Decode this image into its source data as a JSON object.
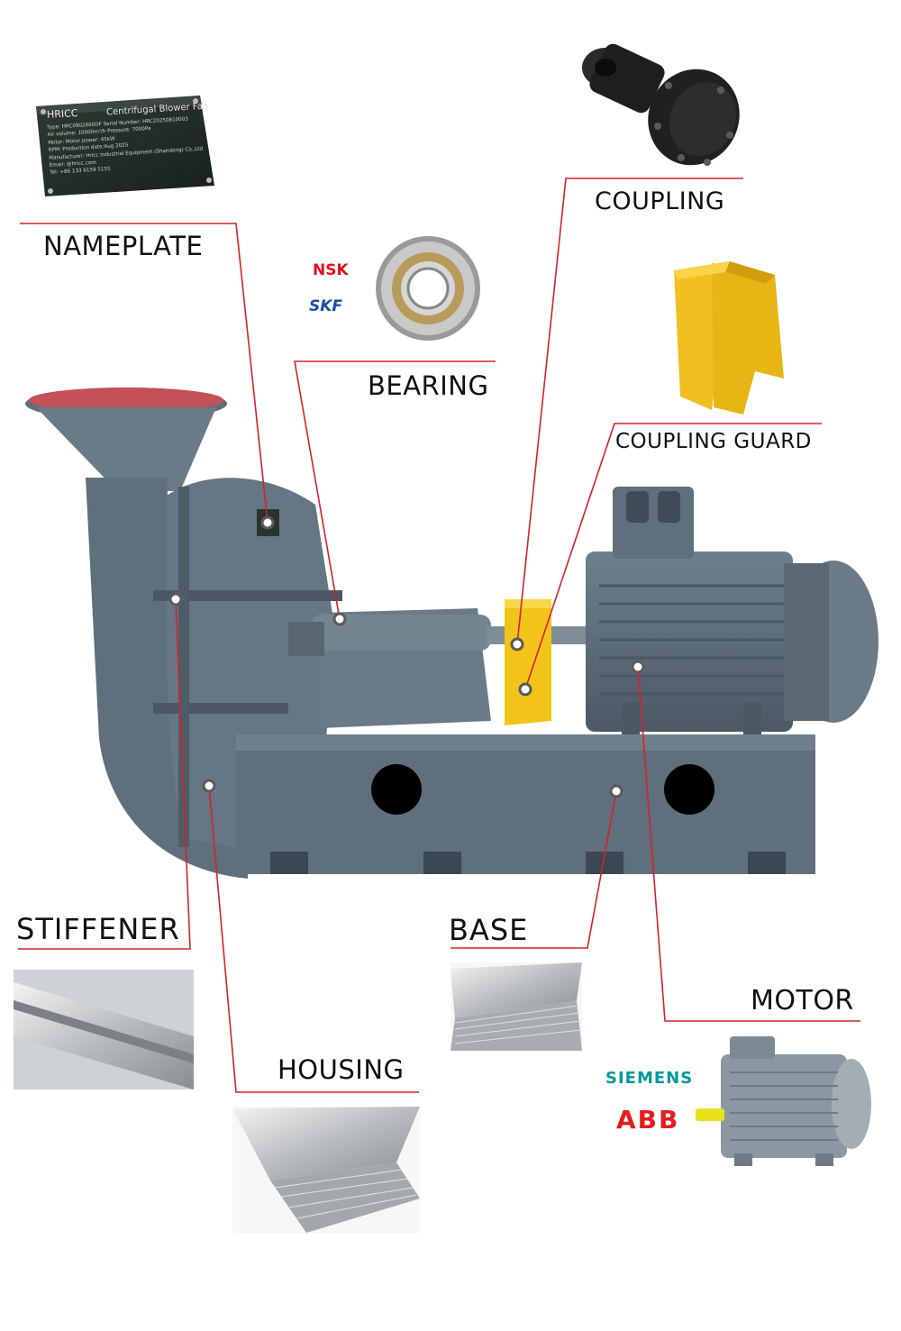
{
  "callouts": {
    "nameplate": "NAMEPLATE",
    "bearing": "BEARING",
    "coupling": "COUPLING",
    "coupling_guard": "COUPLING GUARD",
    "stiffener": "STIFFENER",
    "base": "BASE",
    "housing": "HOUSING",
    "motor": "MOTOR"
  },
  "bearing_brands": [
    "NSK",
    "SKF"
  ],
  "motor_brands": [
    "SIEMENS",
    "ABB"
  ],
  "nameplate": {
    "brand": "HRICC",
    "title": "Centrifugal Blower Fan",
    "rows": [
      "Type: HRC0902660DF     Serial Number: HRC20250810003",
      "Air volume: 10000m³/h    Pressure: 7000Pa",
      "Motor:                 Motor power: 45kW",
      "RPM:                   Production date:Aug 2025",
      "Manufacturer: Hricc Industrial Equipment (Shandong) Co.,Ltd",
      "Email: @hricc.com",
      "Tel: +86 133 6159 5155"
    ]
  },
  "colors": {
    "leader_line": "#d4222a",
    "machine_body": "#5f6f7c",
    "machine_shade": "#4a5864",
    "guard_yellow": "#f2c318",
    "nsk_red": "#e3101a",
    "skf_blue": "#1d4fa0",
    "siemens_teal": "#009999",
    "abb_red": "#e31d1d"
  }
}
